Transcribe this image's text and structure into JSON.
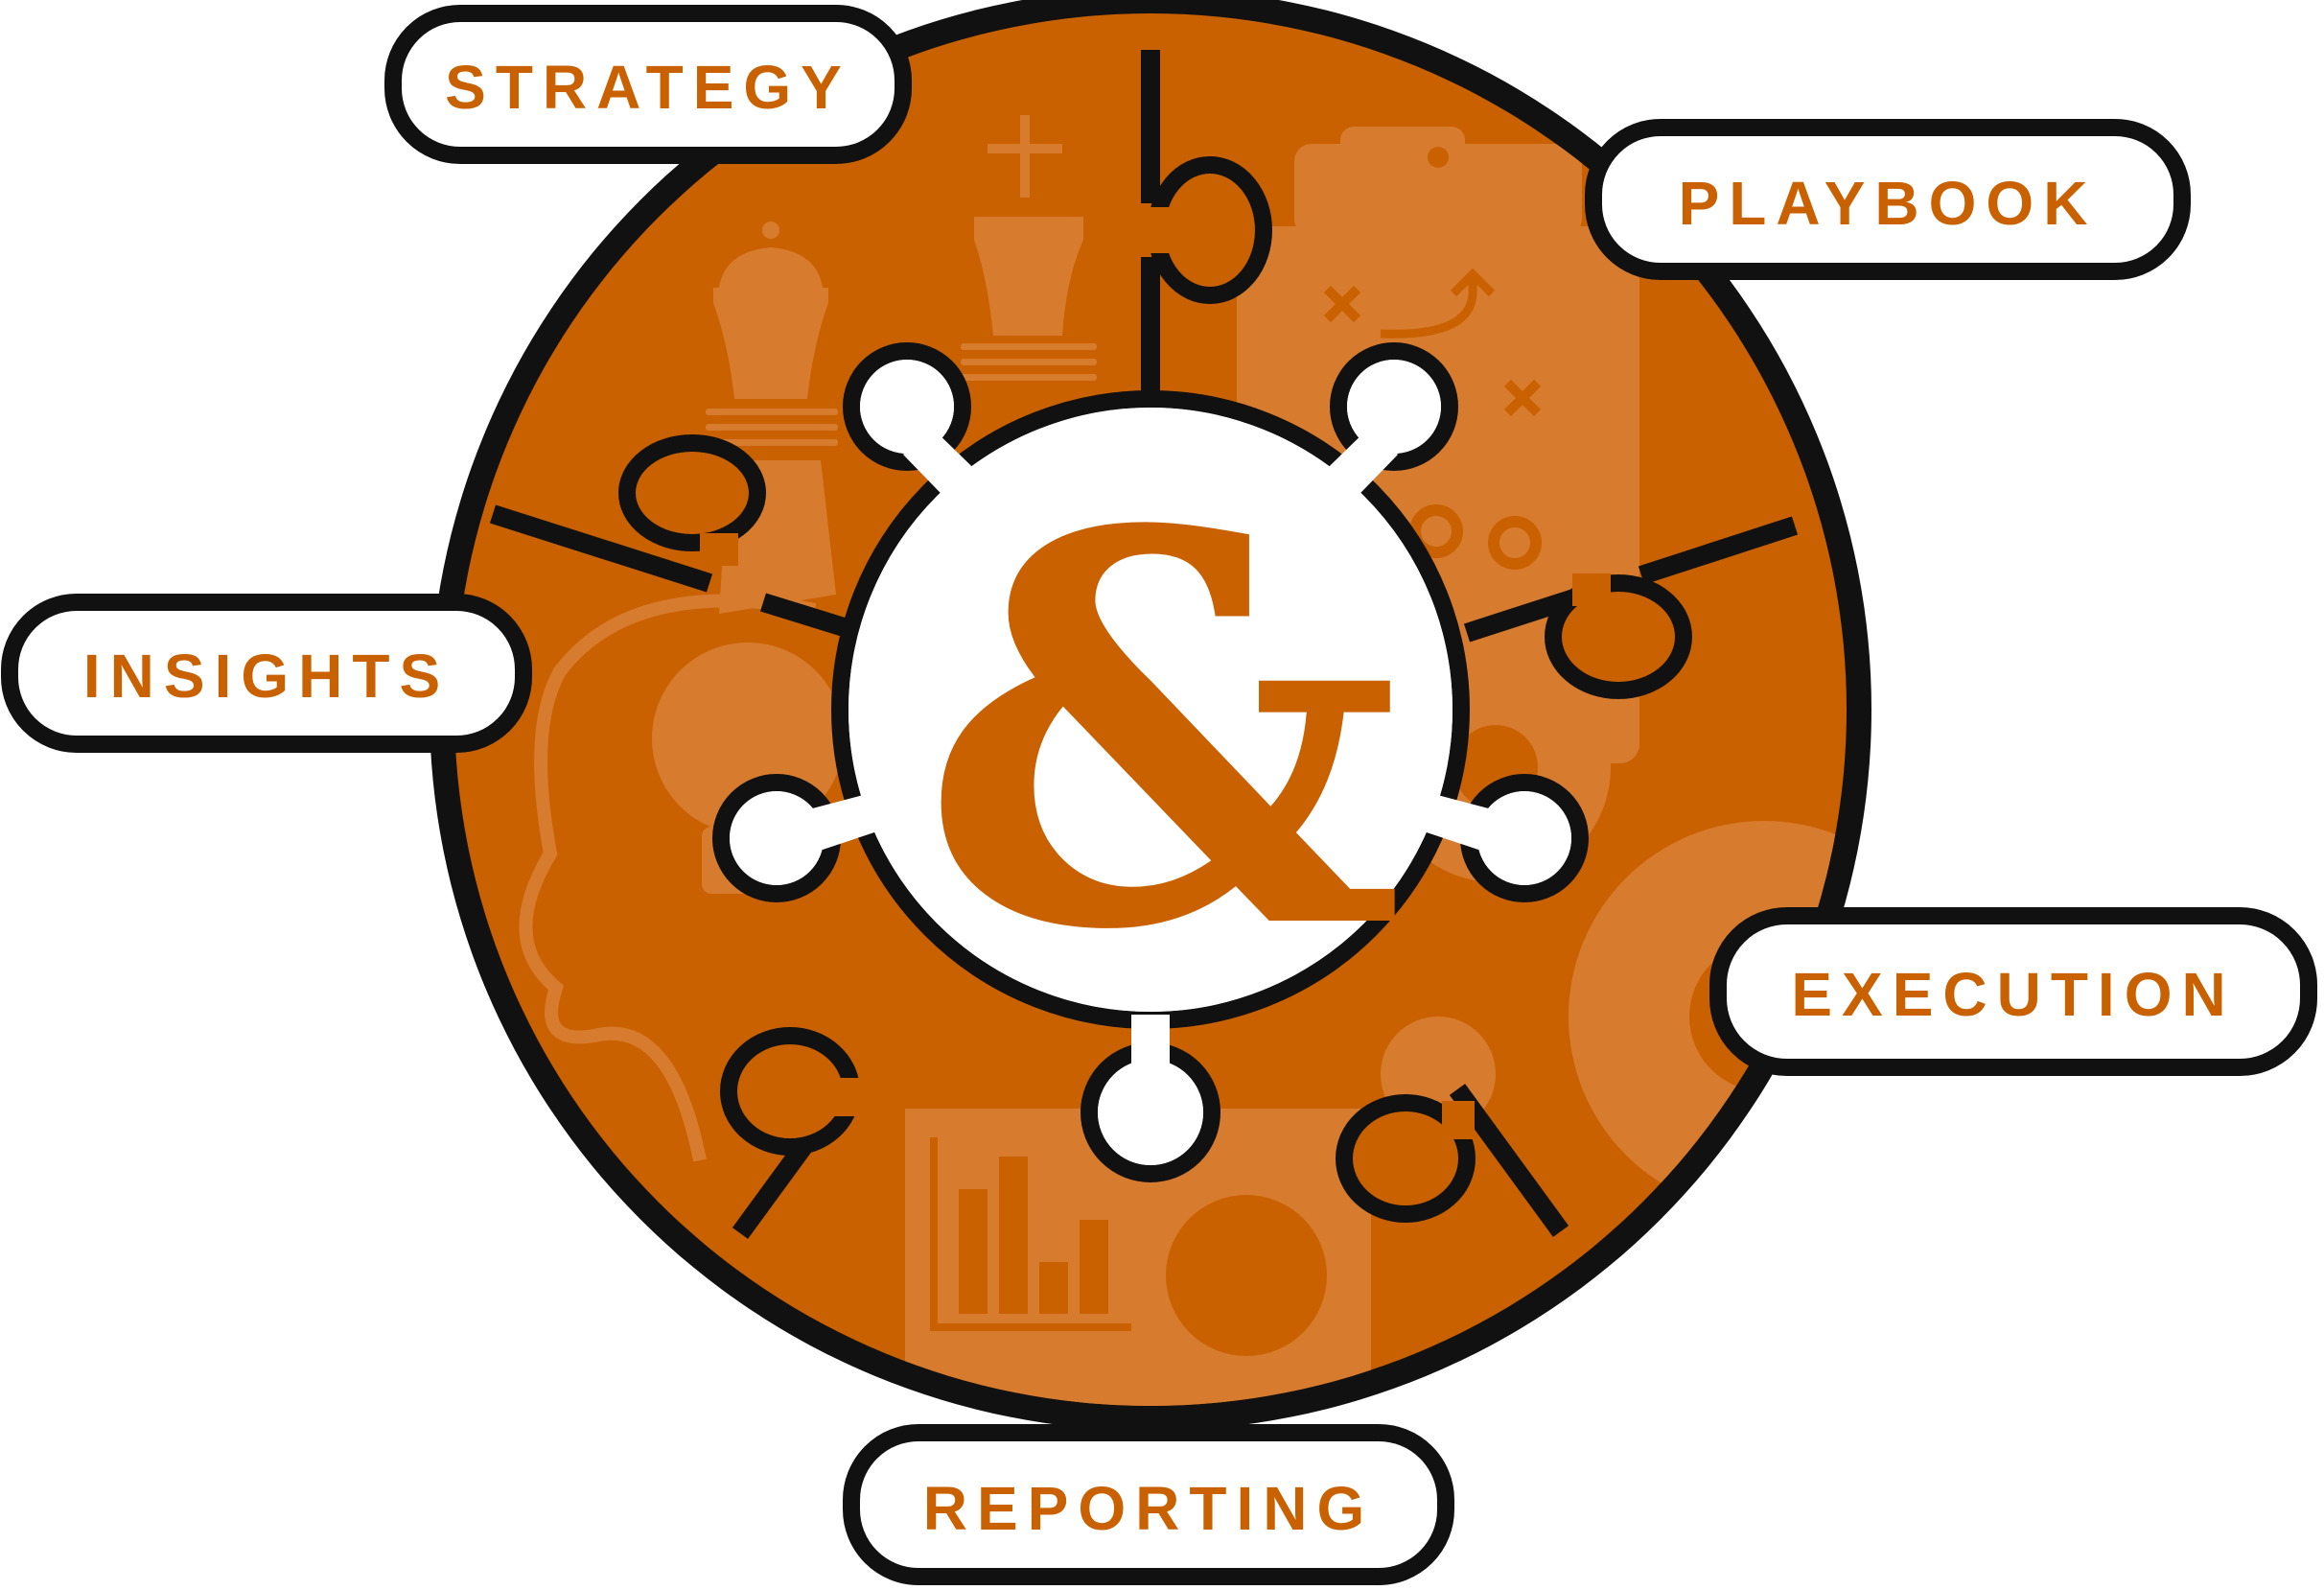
{
  "colors": {
    "accent": "#c96100",
    "ghost": "#d77c2e",
    "outline": "#111111",
    "background": "#ffffff"
  },
  "center": {
    "symbol": "&",
    "icon": "ampersand-hub"
  },
  "segments": [
    {
      "id": "strategy",
      "label": "STRATEGY",
      "icon": "chess-pieces-icon"
    },
    {
      "id": "playbook",
      "label": "PLAYBOOK",
      "icon": "clipboard-plays-icon"
    },
    {
      "id": "execution",
      "label": "EXECUTION",
      "icon": "gears-icon"
    },
    {
      "id": "reporting",
      "label": "REPORTING",
      "icon": "bar-pie-report-icon"
    },
    {
      "id": "insights",
      "label": "INSIGHTS",
      "icon": "head-lightbulb-icon"
    }
  ]
}
